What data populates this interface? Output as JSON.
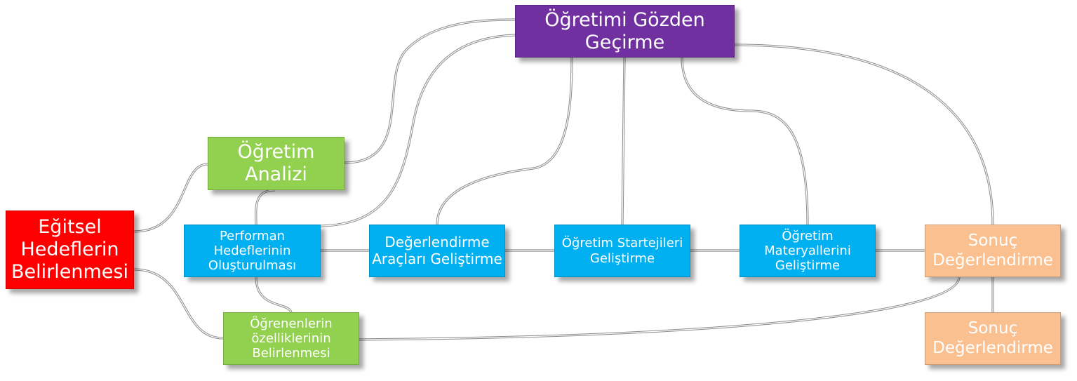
{
  "colors": {
    "red": "#ff0000",
    "purple": "#7030a0",
    "green": "#92d050",
    "blue": "#00b0f0",
    "peach": "#fac090",
    "connector": "#8c8c8c"
  },
  "nodes": {
    "egitsel": {
      "label": "Eğitsel\nHedeflerin\nBelirlenmesi"
    },
    "gozden": {
      "label": "Öğretimi Gözden\nGeçirme"
    },
    "analiz": {
      "label": "Öğretim\nAnalizi"
    },
    "performans": {
      "label": "Performan\nHedeflerinin\nOluşturulması"
    },
    "degerlendirme": {
      "label": "Değerlendirme\nAraçları Geliştirme"
    },
    "stratejiler": {
      "label": "Öğretim Startejileri\nGeliştirme"
    },
    "materyaller": {
      "label": "Öğretim\nMateryallerini\nGeliştirme"
    },
    "sonuc1": {
      "label": "Sonuç\nDeğerlendirme"
    },
    "ogrenenler": {
      "label": "Öğrenenlerin\nözelliklerinin\nBelirlenmesi"
    },
    "sonuc2": {
      "label": "Sonuç\nDeğerlendirme"
    }
  }
}
